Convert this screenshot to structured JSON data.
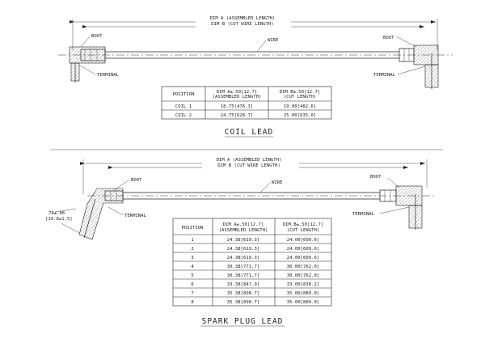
{
  "common": {
    "dim_a": "DIM A (ASSEMBLED LENGTH)",
    "dim_b": "DIM B (CUT WIRE LENGTH)",
    "boot": "BOOT",
    "terminal": "TERMINAL",
    "wire": "WIRE"
  },
  "coil": {
    "title": "COIL LEAD",
    "headers": {
      "position": "POSITION",
      "dim_a_line1": "DIM A±.50[12.7]",
      "dim_a_line2": "(ASSEMBLED LENGTH)",
      "dim_b_line1": "DIM B±.50[12.7]",
      "dim_b_line2": "(CUT LENGTH)"
    },
    "rows": [
      {
        "position": "COIL 1",
        "a": "18.75[476.3]",
        "b": "19.00[482.6]"
      },
      {
        "position": "COIL 2",
        "a": "24.75[628.7]",
        "b": "25.00[635.0]"
      }
    ]
  },
  "spark": {
    "title": "SPARK PLUG LEAD",
    "angle_dim_line1": "78±.06",
    "angle_dim_line2": "[19.8±1.5]",
    "headers": {
      "position": "POSITION",
      "dim_a_line1": "DIM A±.50[12.7]",
      "dim_a_line2": "(ASSEMBLED LENGTH)",
      "dim_b_line1": "DIM B±.50[12.7]",
      "dim_b_line2": "(CUT LENGTH)"
    },
    "rows": [
      {
        "position": "1",
        "a": "24.38[619.3]",
        "b": "24.00[609.6]"
      },
      {
        "position": "2",
        "a": "24.38[619.3]",
        "b": "24.00[609.6]"
      },
      {
        "position": "3",
        "a": "24.38[619.3]",
        "b": "24.00[609.6]"
      },
      {
        "position": "4",
        "a": "30.38[771.7]",
        "b": "30.00[762.0]"
      },
      {
        "position": "5",
        "a": "30.38[771.7]",
        "b": "30.00[762.0]"
      },
      {
        "position": "6",
        "a": "33.38[847.9]",
        "b": "33.00[838.2]"
      },
      {
        "position": "7",
        "a": "35.38[898.7]",
        "b": "35.00[889.0]"
      },
      {
        "position": "8",
        "a": "35.38[898.7]",
        "b": "35.00[889.0]"
      }
    ]
  }
}
